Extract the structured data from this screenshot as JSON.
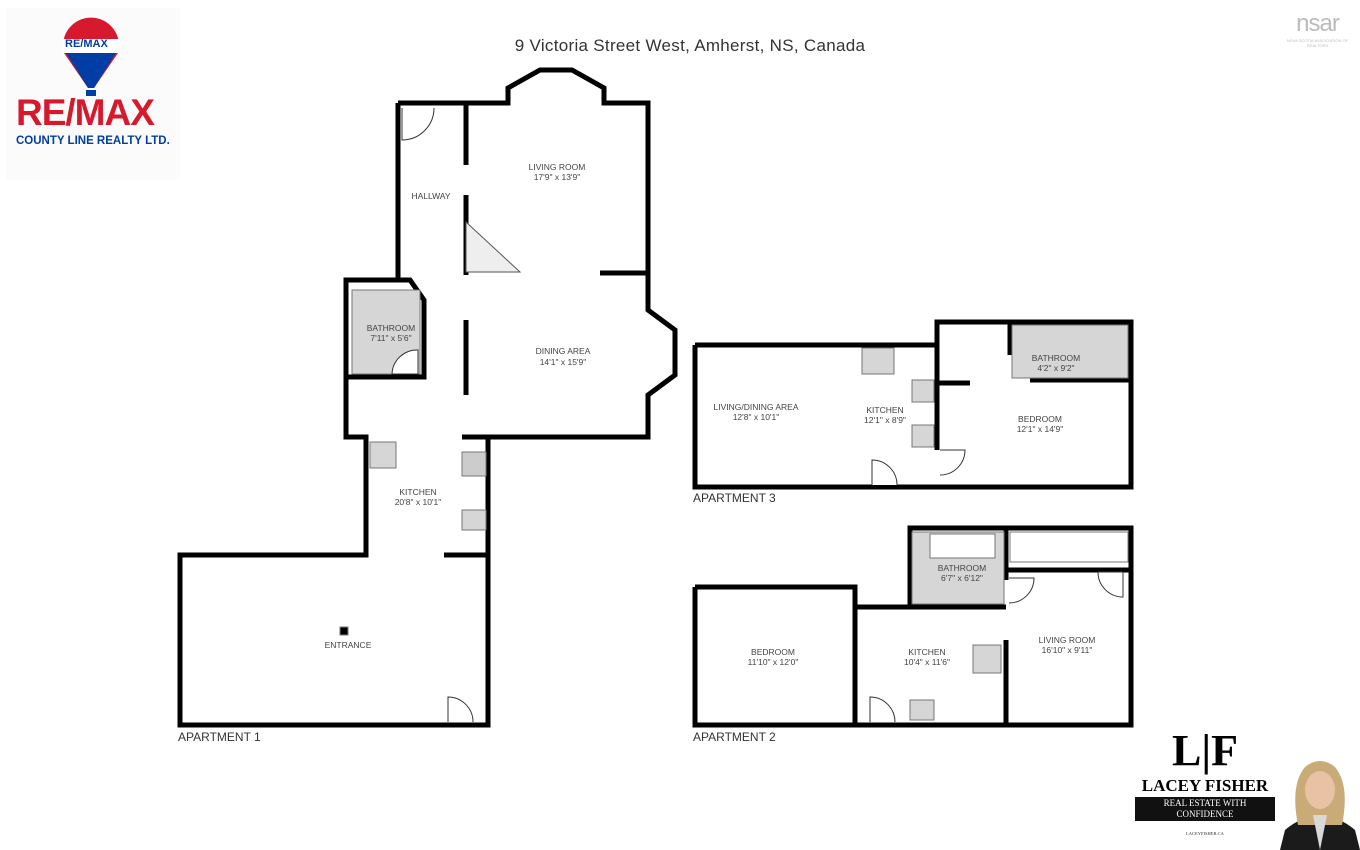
{
  "title": "9 Victoria Street West, Amherst, NS, Canada",
  "brand": {
    "remax_balloon_text": "RE/MAX",
    "remax_wordmark": "RE/MAX",
    "remax_office": "COUNTY LINE REALTY LTD.",
    "nsar_logo": "nsar",
    "nsar_subtitle": "NOVA SCOTIA ASSOCIATION OF REALTORS",
    "colors": {
      "red": "#d7192d",
      "blue": "#003da5"
    }
  },
  "apartments": [
    {
      "label": "APARTMENT 1",
      "rooms": [
        {
          "name": "LIVING ROOM",
          "size": "17'9\" x 13'9\""
        },
        {
          "name": "HALLWAY",
          "size": ""
        },
        {
          "name": "BATHROOM",
          "size": "7'11\" x 5'6\""
        },
        {
          "name": "DINING AREA",
          "size": "14'1\" x 15'9\""
        },
        {
          "name": "KITCHEN",
          "size": "20'8\" x 10'1\""
        },
        {
          "name": "ENTRANCE",
          "size": ""
        }
      ]
    },
    {
      "label": "APARTMENT 3",
      "rooms": [
        {
          "name": "LIVING/DINING AREA",
          "size": "12'8\" x 10'1\""
        },
        {
          "name": "KITCHEN",
          "size": "12'1\" x 8'9\""
        },
        {
          "name": "BATHROOM",
          "size": "4'2\" x 9'2\""
        },
        {
          "name": "BEDROOM",
          "size": "12'1\" x 14'9\""
        }
      ]
    },
    {
      "label": "APARTMENT 2",
      "rooms": [
        {
          "name": "BATHROOM",
          "size": "6'7\" x 6'12\""
        },
        {
          "name": "BEDROOM",
          "size": "11'10\" x 12'0\""
        },
        {
          "name": "KITCHEN",
          "size": "10'4\" x 11'6\""
        },
        {
          "name": "LIVING ROOM",
          "size": "16'10\" x 9'11\""
        }
      ]
    }
  ],
  "agent": {
    "monogram": "L|F",
    "name": "LACEY FISHER",
    "tagline": "REAL ESTATE WITH CONFIDENCE",
    "website": "LACEYFISHER.CA"
  }
}
